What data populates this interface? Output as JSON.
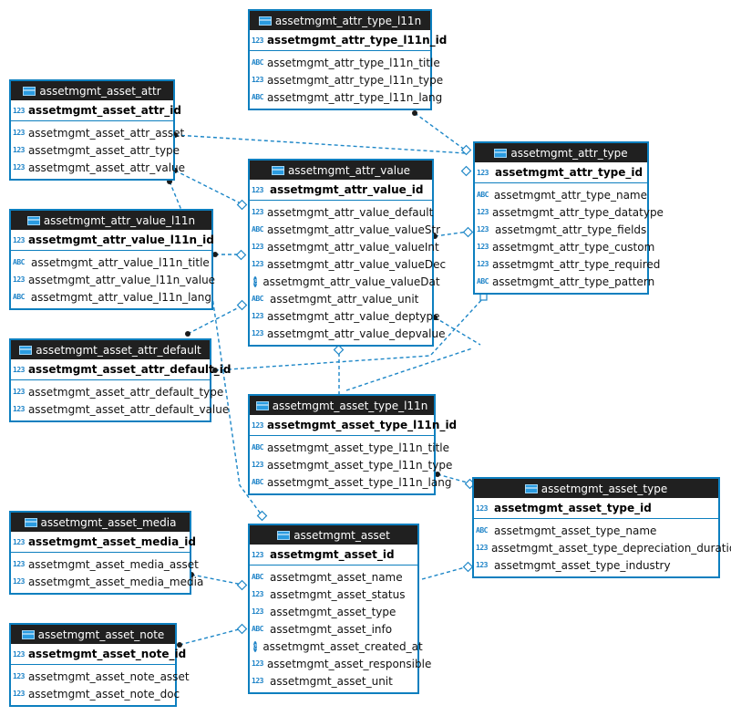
{
  "colors": {
    "border": "#0d7fbf",
    "header_bg": "#202020",
    "link": "#1c86c7",
    "icon": "#1f84c8"
  },
  "icons": {
    "table": "table-icon",
    "number": "number-type-icon",
    "text": "text-type-icon",
    "key": "primary-key-icon",
    "datetime": "clock-icon"
  },
  "type_glyphs": {
    "num": "123",
    "abc": "ABC",
    "dt": "◷"
  },
  "entities": {
    "attr_type_l11n": {
      "title": "assetmgmt_attr_type_l11n",
      "pk": "assetmgmt_attr_type_l11n_id",
      "cols": [
        "assetmgmt_attr_type_l11n_title",
        "assetmgmt_attr_type_l11n_type",
        "assetmgmt_attr_type_l11n_lang"
      ]
    },
    "asset_attr": {
      "title": "assetmgmt_asset_attr",
      "pk": "assetmgmt_asset_attr_id",
      "cols": [
        "assetmgmt_asset_attr_asset",
        "assetmgmt_asset_attr_type",
        "assetmgmt_asset_attr_value"
      ]
    },
    "attr_type": {
      "title": "assetmgmt_attr_type",
      "pk": "assetmgmt_attr_type_id",
      "cols": [
        "assetmgmt_attr_type_name",
        "assetmgmt_attr_type_datatype",
        "assetmgmt_attr_type_fields",
        "assetmgmt_attr_type_custom",
        "assetmgmt_attr_type_required",
        "assetmgmt_attr_type_pattern"
      ]
    },
    "attr_value": {
      "title": "assetmgmt_attr_value",
      "pk": "assetmgmt_attr_value_id",
      "cols": [
        "assetmgmt_attr_value_default",
        "assetmgmt_attr_value_valueStr",
        "assetmgmt_attr_value_valueInt",
        "assetmgmt_attr_value_valueDec",
        "assetmgmt_attr_value_valueDat",
        "assetmgmt_attr_value_unit",
        "assetmgmt_attr_value_deptype",
        "assetmgmt_attr_value_depvalue"
      ]
    },
    "attr_value_l11n": {
      "title": "assetmgmt_attr_value_l11n",
      "pk": "assetmgmt_attr_value_l11n_id",
      "cols": [
        "assetmgmt_attr_value_l11n_title",
        "assetmgmt_attr_value_l11n_value",
        "assetmgmt_attr_value_l11n_lang"
      ]
    },
    "asset_attr_default": {
      "title": "assetmgmt_asset_attr_default",
      "pk": "assetmgmt_asset_attr_default_id",
      "cols": [
        "assetmgmt_asset_attr_default_type",
        "assetmgmt_asset_attr_default_value"
      ]
    },
    "asset_type_l11n": {
      "title": "assetmgmt_asset_type_l11n",
      "pk": "assetmgmt_asset_type_l11n_id",
      "cols": [
        "assetmgmt_asset_type_l11n_title",
        "assetmgmt_asset_type_l11n_type",
        "assetmgmt_asset_type_l11n_lang"
      ]
    },
    "asset_type": {
      "title": "assetmgmt_asset_type",
      "pk": "assetmgmt_asset_type_id",
      "cols": [
        "assetmgmt_asset_type_name",
        "assetmgmt_asset_type_depreciation_duration",
        "assetmgmt_asset_type_industry"
      ]
    },
    "asset_media": {
      "title": "assetmgmt_asset_media",
      "pk": "assetmgmt_asset_media_id",
      "cols": [
        "assetmgmt_asset_media_asset",
        "assetmgmt_asset_media_media"
      ]
    },
    "asset": {
      "title": "assetmgmt_asset",
      "pk": "assetmgmt_asset_id",
      "cols": [
        "assetmgmt_asset_name",
        "assetmgmt_asset_status",
        "assetmgmt_asset_type",
        "assetmgmt_asset_info",
        "assetmgmt_asset_created_at",
        "assetmgmt_asset_responsible",
        "assetmgmt_asset_unit"
      ]
    },
    "asset_note": {
      "title": "assetmgmt_asset_note",
      "pk": "assetmgmt_asset_note_id",
      "cols": [
        "assetmgmt_asset_note_asset",
        "assetmgmt_asset_note_doc"
      ]
    }
  }
}
